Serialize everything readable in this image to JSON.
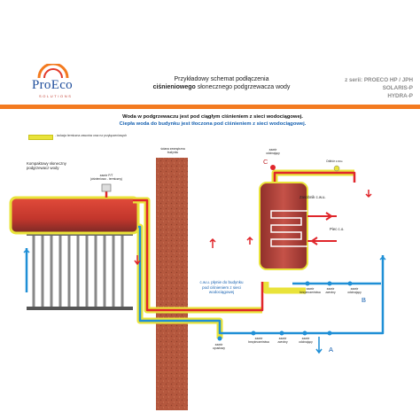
{
  "header": {
    "logo_text": "ProEco",
    "logo_tagline": "SOLUTIONS",
    "title_line1": "Przykładowy schemat podłączenia",
    "title_bold": "ciśnieniowego",
    "title_rest": " słonecznego podgrzewacza wody",
    "series_line1": "z serii: PROECO HP / JPH",
    "series_line2": "SOLARIS-P",
    "series_line3": "HYDRA-P"
  },
  "info": {
    "line1": "Woda w podgrzewaczu jest pod ciągłym ciśnieniem z sieci wodociągowej.",
    "line2": "Ciepła woda do budynku jest tłoczona pod ciśnieniem z sieci wodociągowej."
  },
  "legend": {
    "text": "- izolacja termiczna zaworów oraz rur przyłączeniowych"
  },
  "labels": {
    "heater_line1": "Kompaktowy słoneczny",
    "heater_line2": "podgrzewacz wody",
    "valve_pt_line1": "zawór P/T",
    "valve_pt_line2": "(ciśnieniowo - termiczny)",
    "wall_line1": "ściana zewnętrzna",
    "wall_line2": "budynku",
    "dhw_line1": "c.w.u. płynie do budynku",
    "dhw_line2": "pod ciśnieniem z sieci",
    "dhw_line3": "wodociągowej",
    "tank": "Zasobnik c.w.u.",
    "boiler": "Piec c.o.",
    "draw": "Odbiór c.w.u.",
    "valve_c_line1": "zawór",
    "valve_c_line2": "odcinający",
    "valve_b1_line1": "zawór",
    "valve_b1_line2": "bezpieczeństwa",
    "valve_b2_line1": "zawór",
    "valve_b2_line2": "zwrotny",
    "valve_b3_line1": "zawór",
    "valve_b3_line2": "odcinający",
    "valve_a1_line1": "zawór",
    "valve_a1_line2": "upustowy",
    "valve_a2_line1": "zawór",
    "valve_a2_line2": "bezpieczeństwa",
    "valve_a3_line1": "zawór",
    "valve_a3_line2": "zwrotny",
    "valve_a4_line1": "zawór",
    "valve_a4_line2": "odcinający",
    "letter_a": "A",
    "letter_b": "B",
    "letter_c": "C"
  },
  "colors": {
    "accent_band": "#f37a1f",
    "hot_pipe": "#e0262b",
    "cold_pipe": "#1f8fd6",
    "insulation": "#e9e33a",
    "wall": "#b5583e",
    "tank": "#b8473c"
  }
}
